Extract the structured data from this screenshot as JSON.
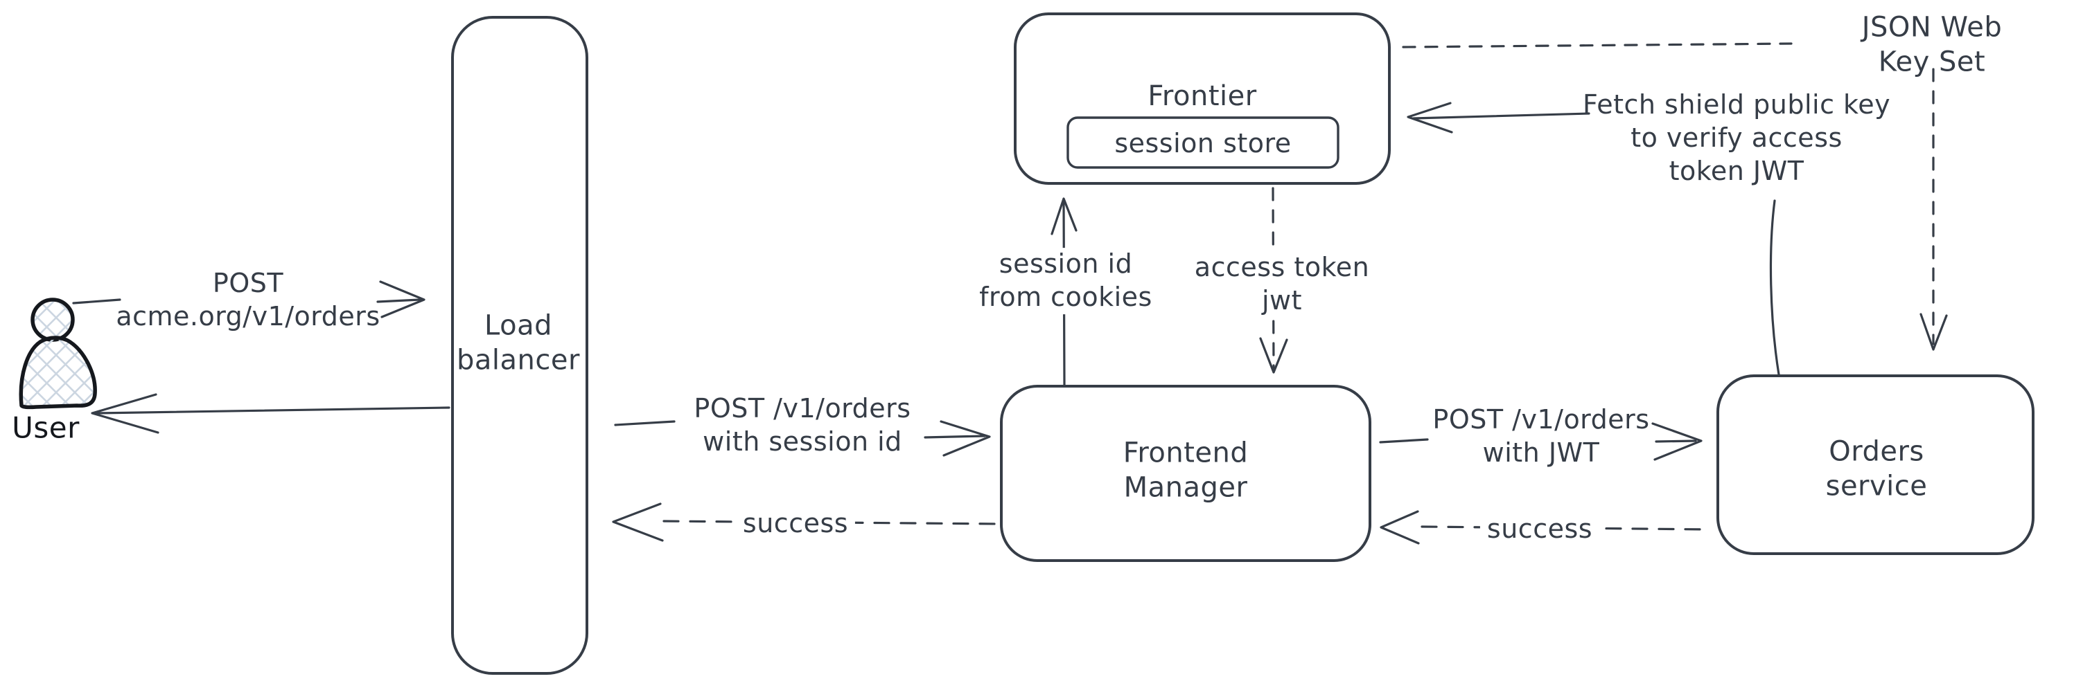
{
  "title": "Authentication flow diagram",
  "colors": {
    "stroke": "#363d47",
    "user_outline": "#15181d",
    "hatch": "#ccd6e1",
    "bg": "#ffffff"
  },
  "nodes": {
    "user": {
      "label": "User"
    },
    "load_balancer": {
      "label": "Load\nbalancer"
    },
    "frontier": {
      "label": "Frontier"
    },
    "session_store": {
      "label": "session store"
    },
    "frontend_manager": {
      "label": "Frontend\nManager"
    },
    "orders_service": {
      "label": "Orders service"
    }
  },
  "edges": {
    "user_to_lb": {
      "label": "POST\nacme.org/v1/orders",
      "style": "solid-arrow-right"
    },
    "lb_to_user": {
      "label": "",
      "style": "solid-arrow-left"
    },
    "lb_to_fm": {
      "label": "POST /v1/orders\nwith session id",
      "style": "solid-arrow-right"
    },
    "fm_to_lb_success": {
      "label": "success",
      "style": "dashed-arrow-left"
    },
    "fm_to_session_store": {
      "label": "session id\nfrom cookies",
      "style": "solid-arrow-up"
    },
    "session_store_to_fm": {
      "label": "access token\njwt",
      "style": "dashed-arrow-down"
    },
    "fm_to_orders": {
      "label": "POST /v1/orders\nwith JWT",
      "style": "solid-arrow-right"
    },
    "orders_to_fm_success": {
      "label": "success",
      "style": "dashed-arrow-left"
    },
    "orders_to_frontier": {
      "label": "Fetch shield public key\nto verify access\ntoken JWT",
      "style": "solid-arrow-left"
    },
    "frontier_to_jwks": {
      "label": "JSON Web Key Set",
      "style": "dashed"
    }
  }
}
